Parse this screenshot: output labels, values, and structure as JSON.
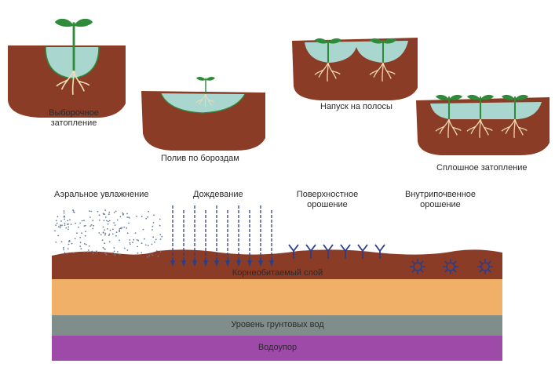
{
  "methods": {
    "selective": "Выборочное затопление",
    "selective_l1": "Выборочное",
    "selective_l2": "затопление",
    "furrows": "Полив по бороздам",
    "strips": "Напуск на полосы",
    "continuous": "Сплошное затопление"
  },
  "section": {
    "aerial": "Аэральное увлажнение",
    "sprinkling": "Дождевание",
    "surface_l1": "Поверхностное",
    "surface_l2": "орошение",
    "subsoil_l1": "Внутрипочвенное",
    "subsoil_l2": "орошение"
  },
  "layers": {
    "root": "Корнеобитаемый слой",
    "groundwater": "Уровень грунтовых вод",
    "aquitard": "Водоупор"
  },
  "colors": {
    "soil": "#8a3c26",
    "water": "#a9d6cf",
    "plant": "#2f8a3a",
    "root": "#f0dcb2",
    "sand": "#f0b068",
    "groundwater": "#7f8d8b",
    "aquitard": "#9d4aa8",
    "arrow": "#2b3e88"
  }
}
